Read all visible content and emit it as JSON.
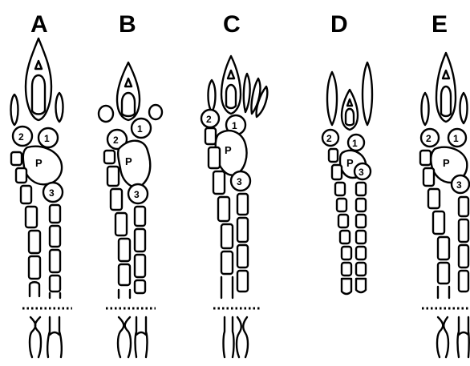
{
  "panels": [
    {
      "id": "A",
      "label": "A"
    },
    {
      "id": "B",
      "label": "B"
    },
    {
      "id": "C",
      "label": "C"
    },
    {
      "id": "D",
      "label": "D"
    },
    {
      "id": "E",
      "label": "E"
    }
  ],
  "cell_labels": {
    "cell_1": "1",
    "cell_2": "2",
    "cell_3": "3",
    "cell_p": "P"
  }
}
